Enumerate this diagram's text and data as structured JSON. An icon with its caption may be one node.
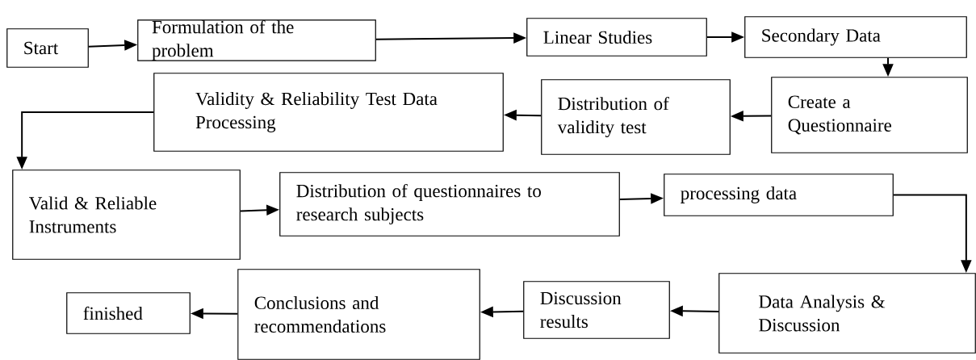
{
  "diagram": {
    "nodes": [
      {
        "text": [
          "Start"
        ]
      },
      {
        "text": [
          "Formulation of the problem"
        ]
      },
      {
        "text": [
          "Linear Studies"
        ]
      },
      {
        "text": [
          "Secondary Data"
        ]
      },
      {
        "text": [
          "Create a Questionnaire"
        ]
      },
      {
        "text": [
          "Distribution of validity test"
        ]
      },
      {
        "text": [
          "Validity & Reliability Test Data Processing"
        ]
      },
      {
        "text": [
          "Valid & Reliable Instruments"
        ]
      },
      {
        "text": [
          "Distribution of questionnaires to research subjects"
        ]
      },
      {
        "text": [
          "processing data"
        ]
      },
      {
        "text": [
          "Data Analysis & Discussion"
        ]
      },
      {
        "text": [
          "Discussion results"
        ]
      },
      {
        "text": [
          "Conclusions and recommendations"
        ]
      },
      {
        "text": [
          "finished"
        ]
      }
    ],
    "edges": [
      {
        "from": 0,
        "to": 1,
        "arrow": "to"
      },
      {
        "from": 1,
        "to": 2,
        "arrow": "to"
      },
      {
        "from": 2,
        "to": 3,
        "arrow": "to"
      },
      {
        "from": 3,
        "to": 4,
        "arrow": "to"
      },
      {
        "from": 4,
        "to": 5,
        "arrow": "to"
      },
      {
        "from": 5,
        "to": 6,
        "arrow": "to"
      },
      {
        "from": 6,
        "to": 7,
        "arrow": "to"
      },
      {
        "from": 7,
        "to": 8,
        "arrow": "to"
      },
      {
        "from": 8,
        "to": 9,
        "arrow": "to"
      },
      {
        "from": 9,
        "to": 10,
        "arrow": "to"
      },
      {
        "from": 10,
        "to": 11,
        "arrow": "to"
      },
      {
        "from": 11,
        "to": 12,
        "arrow": "to"
      },
      {
        "from": 12,
        "to": 13,
        "arrow": "to"
      }
    ]
  }
}
